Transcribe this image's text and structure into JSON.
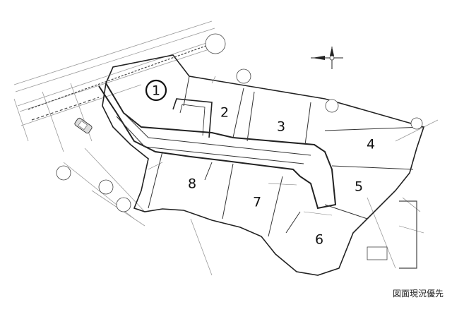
{
  "map": {
    "lots": [
      {
        "id": "1",
        "label": "1",
        "circled": true
      },
      {
        "id": "2",
        "label": "2",
        "circled": false
      },
      {
        "id": "3",
        "label": "3",
        "circled": false
      },
      {
        "id": "4",
        "label": "4",
        "circled": false
      },
      {
        "id": "5",
        "label": "5",
        "circled": false
      },
      {
        "id": "6",
        "label": "6",
        "circled": false
      },
      {
        "id": "7",
        "label": "7",
        "circled": false
      },
      {
        "id": "8",
        "label": "8",
        "circled": false
      }
    ],
    "icons": {
      "compass": "north-arrow-icon",
      "car": "car-icon"
    }
  },
  "caption": "図面現況優先"
}
